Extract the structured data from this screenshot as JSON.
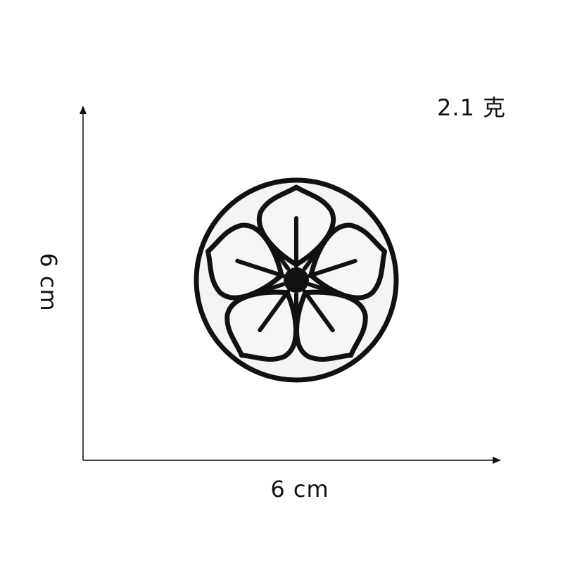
{
  "labels": {
    "weight": "2.1 克",
    "width": "6 cm",
    "height": "6 cm"
  },
  "product": {
    "icon": "five-petal-flower-emblem-icon",
    "colors": {
      "thread": "#111111",
      "fill": "#f4f4f4"
    }
  }
}
